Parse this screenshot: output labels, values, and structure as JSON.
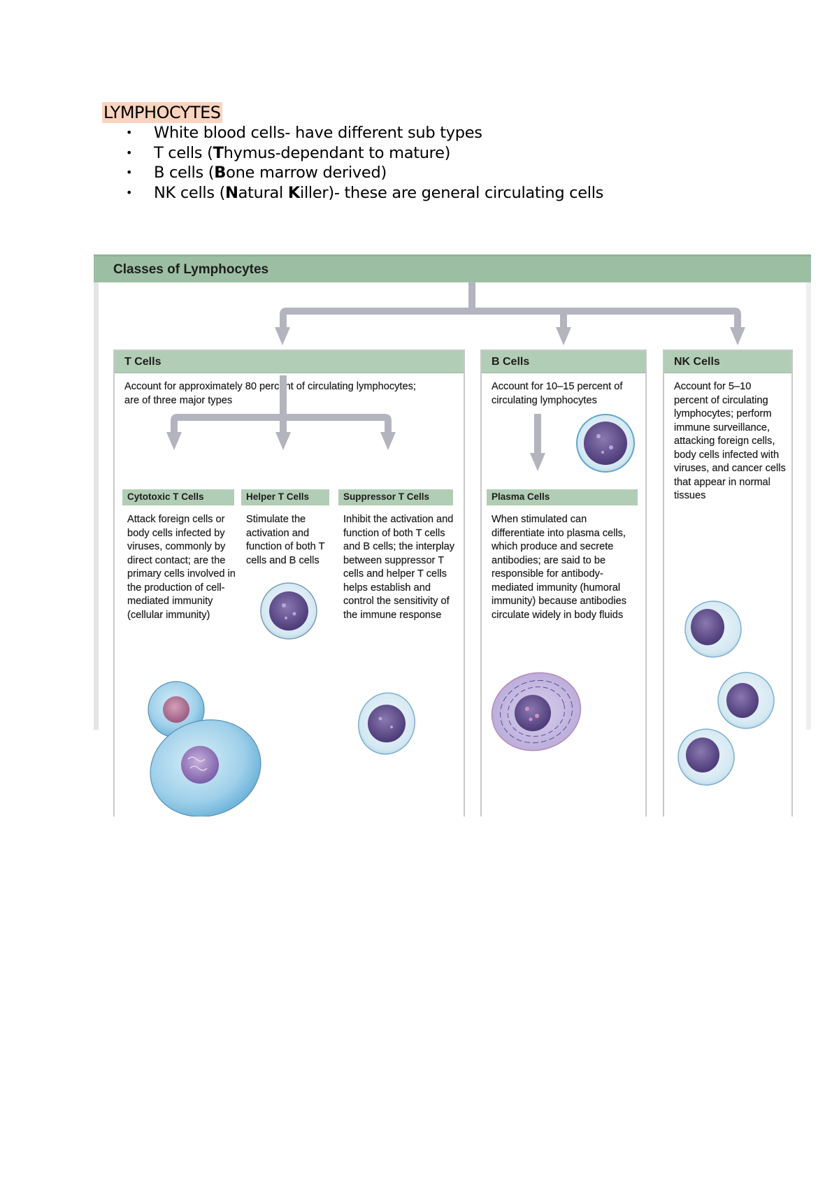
{
  "document": {
    "heading": "LYMPHOCYTES",
    "bullets": [
      {
        "pre": "White blood cells- have different sub types",
        "bold": "",
        "post": ""
      },
      {
        "pre": "T cells (",
        "bold": "T",
        "post": "hymus-dependant to mature)"
      },
      {
        "pre": "B cells (",
        "bold": "B",
        "post": "one marrow derived)"
      },
      {
        "pre": "NK cells (",
        "bold": "N",
        "mid": "atural ",
        "bold2": "K",
        "post": "iller)- these are general circulating cells"
      }
    ]
  },
  "figure": {
    "title": "Classes of Lymphocytes",
    "t_cells": {
      "title": "T Cells",
      "description": "Account for approximately 80 percent of circulating lymphocytes; are of three major types",
      "subtypes": [
        {
          "title": "Cytotoxic T Cells",
          "description": "Attack foreign cells or body cells infected by viruses, commonly by direct contact; are the primary cells involved in the production of cell-mediated immunity (cellular immunity)"
        },
        {
          "title": "Helper T Cells",
          "description": "Stimulate the activation and function of both T cells and B cells"
        },
        {
          "title": "Suppressor T Cells",
          "description": "Inhibit the activation and function of both T cells and B cells; the interplay between suppressor T cells and helper T cells helps establish and control the sensitivity of the immune response"
        }
      ]
    },
    "b_cells": {
      "title": "B Cells",
      "description": "Account for 10–15 percent of circulating lymphocytes",
      "plasma": {
        "title": "Plasma Cells",
        "description": "When stimulated can differentiate into plasma cells, which produce and secrete antibodies; are said to be responsible for antibody-mediated immunity (humoral immunity) because antibodies circulate widely in body fluids"
      }
    },
    "nk_cells": {
      "title": "NK Cells",
      "description": "Account for  5–10 percent of circulating lymphocytes; perform immune surveillance, attacking foreign cells, body cells infected with viruses, and cancer cells that appear in normal tissues"
    },
    "colors": {
      "header_green": "#9cbfa3",
      "card_head_green": "#b2cdb5",
      "arrow_gray": "#b4b4bf",
      "highlight": "#fbd4bf"
    }
  }
}
